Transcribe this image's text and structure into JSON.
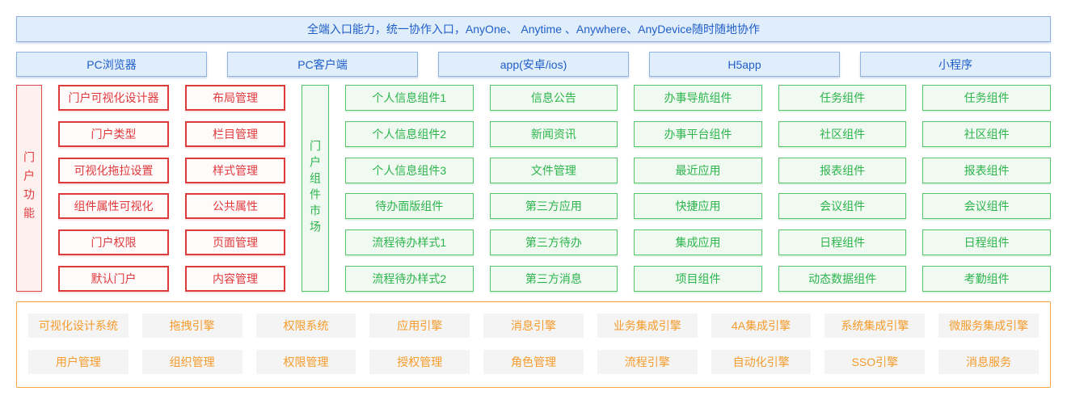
{
  "colors": {
    "blue_text": "#1f5ec9",
    "blue_bg": "#e0edfb",
    "blue_border": "#8fb2e0",
    "red_text": "#e0393b",
    "red_border": "#dd3c3c",
    "red_bar_bg": "#fdf1f0",
    "red_box_bg": "#fffbfb",
    "green_text": "#2db44d",
    "green_border": "#55c46a",
    "green_bg": "#f0faf1",
    "orange_text": "#f59b2b",
    "orange_border": "#f3a43c",
    "foundation_item_bg": "#f4f4f4"
  },
  "banner": {
    "text": "全端入口能力，统一协作入口，AnyOne、 Anytime 、Anywhere、AnyDevice随时随地协作"
  },
  "channels": [
    "PC浏览器",
    "PC客户端",
    "app(安卓/ios)",
    "H5app",
    "小程序"
  ],
  "portal_functions": {
    "bar_label": "门户功能",
    "columns": [
      [
        "门户可视化设计器",
        "门户类型",
        "可视化拖拉设置",
        "组件属性可视化",
        "门户权限",
        "默认门户"
      ],
      [
        "布局管理",
        "栏目管理",
        "样式管理",
        "公共属性",
        "页面管理",
        "内容管理"
      ]
    ]
  },
  "component_market": {
    "bar_label": "门户组件市场",
    "columns": [
      [
        "个人信息组件1",
        "个人信息组件2",
        "个人信息组件3",
        "待办面版组件",
        "流程待办样式1",
        "流程待办样式2"
      ],
      [
        "信息公告",
        "新闻资讯",
        "文件管理",
        "第三方应用",
        "第三方待办",
        "第三方消息"
      ],
      [
        "办事导航组件",
        "办事平台组件",
        "最近应用",
        "快捷应用",
        "集成应用",
        "项目组件"
      ],
      [
        "任务组件",
        "社区组件",
        "报表组件",
        "会议组件",
        "日程组件",
        "动态数据组件"
      ],
      [
        "任务组件",
        "社区组件",
        "报表组件",
        "会议组件",
        "日程组件",
        "考勤组件"
      ]
    ]
  },
  "foundation": {
    "rows": [
      [
        "可视化设计系统",
        "拖拽引擎",
        "权限系统",
        "应用引擎",
        "消息引擎",
        "业务集成引擎",
        "4A集成引擎",
        "系统集成引擎",
        "微服务集成引擎"
      ],
      [
        "用户管理",
        "组织管理",
        "权限管理",
        "授权管理",
        "角色管理",
        "流程引擎",
        "自动化引擎",
        "SSO引擎",
        "消息服务"
      ]
    ]
  }
}
